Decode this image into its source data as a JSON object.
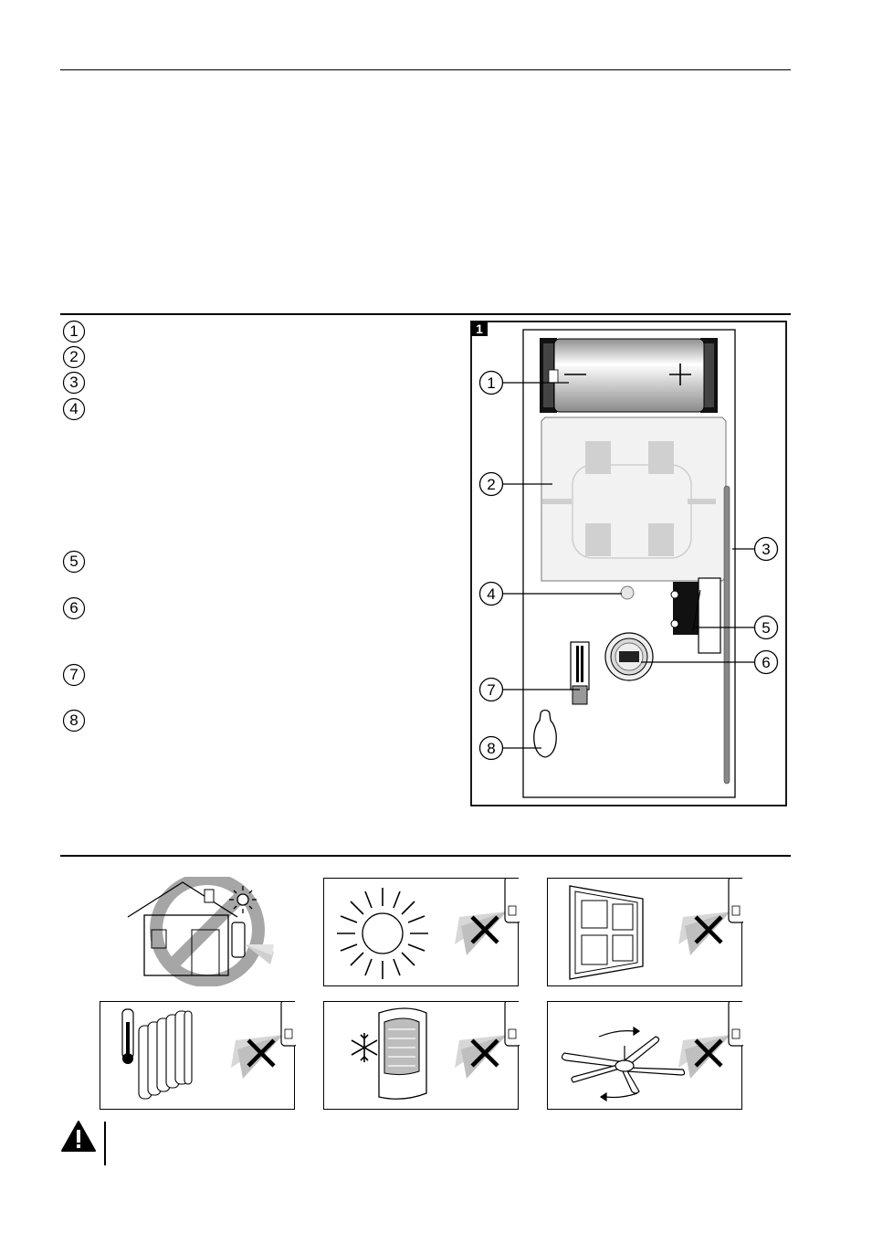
{
  "figure": {
    "label": "1",
    "callouts": [
      "1",
      "2",
      "3",
      "4",
      "5",
      "6",
      "7",
      "8"
    ],
    "battery_minus": "−",
    "battery_plus": "+"
  },
  "legend": [
    {
      "num": "1"
    },
    {
      "num": "2"
    },
    {
      "num": "3"
    },
    {
      "num": "4"
    },
    {
      "num": "5"
    },
    {
      "num": "6"
    },
    {
      "num": "7"
    },
    {
      "num": "8"
    }
  ],
  "placement_panels": [
    {
      "name": "no-house-exterior",
      "icon": "house-with-sun-prohibited-icon"
    },
    {
      "name": "no-sunlight",
      "icon": "sun-icon"
    },
    {
      "name": "no-window",
      "icon": "window-icon"
    },
    {
      "name": "no-radiator",
      "icon": "radiator-thermometer-icon"
    },
    {
      "name": "no-air-conditioner",
      "icon": "air-conditioner-snowflake-icon"
    },
    {
      "name": "no-ceiling-fan",
      "icon": "ceiling-fan-icon"
    }
  ],
  "warning": {
    "icon": "warning-triangle-icon"
  }
}
